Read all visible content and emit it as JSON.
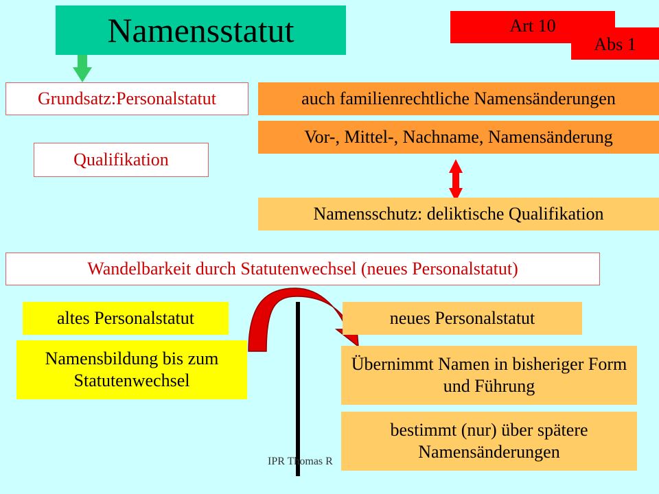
{
  "header": {
    "title": "Namensstatut",
    "art_label": "Art 10",
    "abs_label": "Abs 1"
  },
  "left": {
    "grundsatz": "Grundsatz:Personalstatut",
    "qualifikation": "Qualifikation"
  },
  "right": {
    "familienrechtlich": "auch familienrechtliche Namensänderungen",
    "vor_mittel_nachname": "Vor-, Mittel-, Nachname, Namensänderung",
    "namensschutz": "Namensschutz: deliktische Qualifikation"
  },
  "wandelbarkeit": "Wandelbarkeit durch Statutenwechsel (neues Personalstatut)",
  "altes": {
    "label": "altes Personalstatut",
    "detail": "Namensbildung bis zum Statutenwechsel"
  },
  "neues": {
    "label": "neues Personalstatut",
    "detail_1": "Übernimmt Namen in bisheriger Form und Führung",
    "detail_2": "bestimmt (nur) über spätere Namensänderungen"
  },
  "footer": "IPR Thomas R",
  "colors": {
    "background": "#ccffff",
    "title_green": "#00cc99",
    "red": "#ff0000",
    "orange": "#ff9933",
    "light_orange": "#ffcc66",
    "yellow": "#ffff00",
    "dark_red_text": "#cc0000"
  }
}
